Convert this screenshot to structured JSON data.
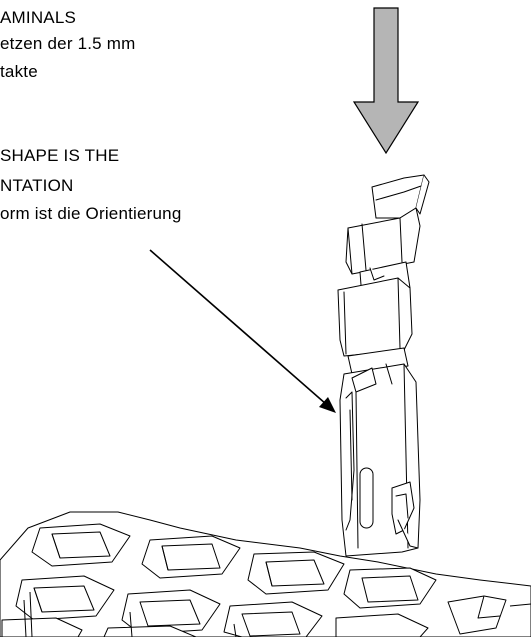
{
  "instruction": {
    "line1": "AMINALS",
    "line2": "etzen der 1.5 mm",
    "line3": "takte"
  },
  "orientation_note": {
    "line1": "SHAPE IS THE",
    "line2": "NTATION",
    "line3": "orm ist die Orientierung"
  },
  "colors": {
    "arrow_fill": "#b5b5b5",
    "outline": "#000000",
    "background": "#ffffff"
  }
}
